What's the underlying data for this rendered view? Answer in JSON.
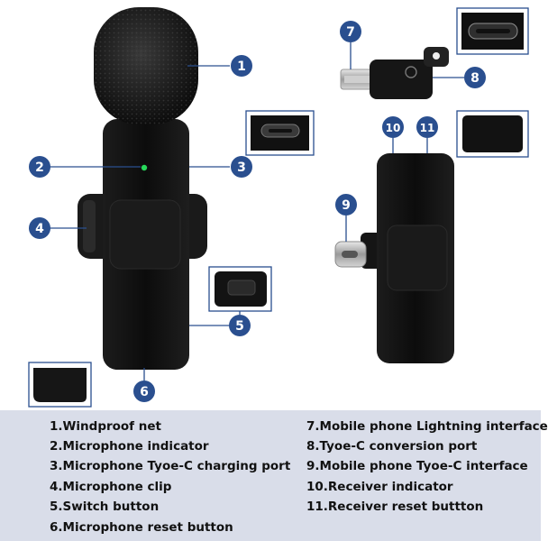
{
  "colors": {
    "callout_fill": "#2a4f8f",
    "legend_bg": "#d9dde9",
    "indicator_led": "#27d85a",
    "device_body": "#111111"
  },
  "callouts": [
    "1",
    "2",
    "3",
    "4",
    "5",
    "6",
    "7",
    "8",
    "9",
    "10",
    "11"
  ],
  "legend": {
    "left": [
      "1.Windproof net",
      "2.Microphone indicator",
      "3.Microphone Tyoe-C charging port",
      "4.Microphone clip",
      "5.Switch button",
      "6.Microphone reset button"
    ],
    "right": [
      "7.Mobile phone Lightning interface",
      "8.Tyoe-C conversion port",
      "9.Mobile phone Tyoe-C interface",
      "10.Receiver indicator",
      "11.Receiver reset buttton"
    ]
  }
}
